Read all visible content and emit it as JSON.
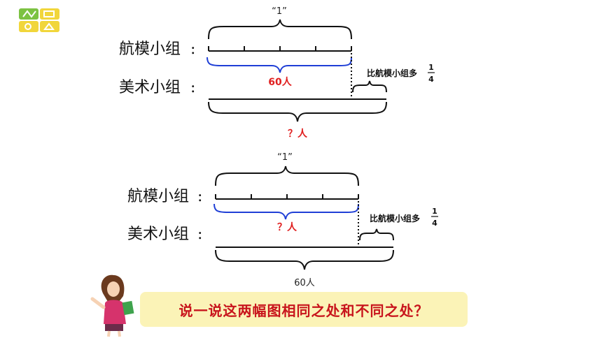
{
  "diagram1": {
    "whole_label": "“1”",
    "row1_label": "航模小组",
    "row2_label": "美术小组",
    "known_label": "60人",
    "extra_label": "比航模小组多",
    "fraction_num": "1",
    "fraction_den": "4",
    "unknown_label": "？人"
  },
  "diagram2": {
    "whole_label": "“1”",
    "row1_label": "航模小组",
    "row2_label": "美术小组",
    "unknown_label": "？人",
    "extra_label": "比航模小组多",
    "fraction_num": "1",
    "fraction_den": "4",
    "total_label": "60人"
  },
  "prompt": "说一说这两幅图相同之处和不同之处？",
  "colors": {
    "brace_blue": "#1f3fd6",
    "highlight_red": "#e02020",
    "banner_bg": "#fbf3b7"
  },
  "icons": [
    "corner-logo-icon",
    "teacher-figure-icon"
  ]
}
